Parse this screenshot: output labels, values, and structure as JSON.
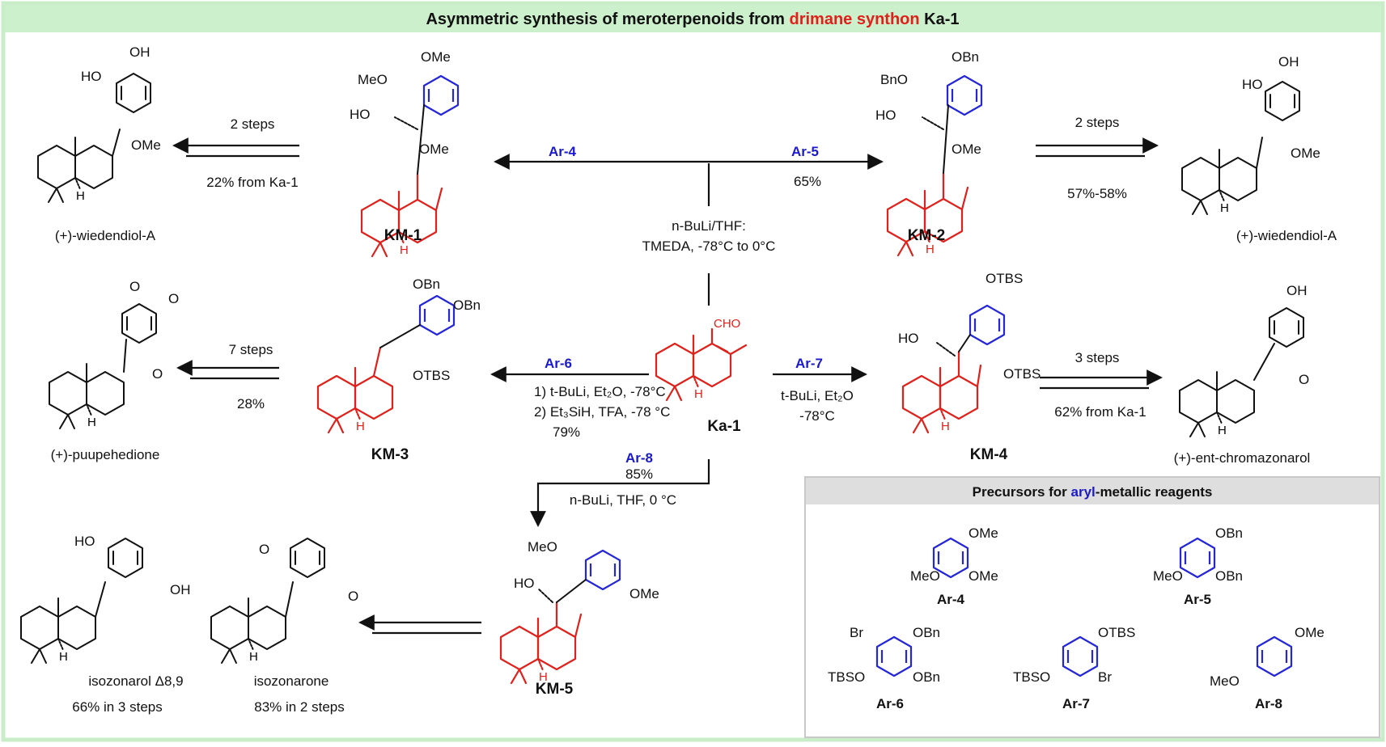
{
  "title": {
    "part1": "Asymmetric synthesis of meroterpenoids from ",
    "highlight": "drimane synthon",
    "part2": " Ka-1"
  },
  "colors": {
    "frame": "#c9ecc9",
    "title_bg": "#ccefcc",
    "terpene": "#e0201a",
    "aryl": "#2626d9",
    "panel_header": "#dedede"
  },
  "center": {
    "compound": "Ka-1",
    "aldehyde": "CHO",
    "cond_top_1": "n-BuLi/THF:",
    "cond_top_2": "TMEDA, -78°C to 0°C"
  },
  "routes": {
    "ar4": "Ar-4",
    "ar5": "Ar-5",
    "ar5_yield": "65%",
    "ar6": "Ar-6",
    "ar6_c1": "1) t-BuLi, Et₂O, -78°C",
    "ar6_c2": "2) Et₃SiH, TFA, -78 °C",
    "ar6_yield": "79%",
    "ar7": "Ar-7",
    "ar7_c1": "t-BuLi, Et₂O",
    "ar7_c2": "-78°C",
    "ar8": "Ar-8",
    "ar8_yield": "85%",
    "ar8_c1": "n-BuLi, THF, 0 °C"
  },
  "intermediates": {
    "km1": "KM-1",
    "km2": "KM-2",
    "km3": "KM-3",
    "km4": "KM-4",
    "km5": "KM-5"
  },
  "steps": {
    "km1_steps": "2 steps",
    "km1_yield": "22% from Ka-1",
    "km2_steps": "2 steps",
    "km2_yield": "57%-58%",
    "km3_steps": "7 steps",
    "km3_yield": "28%",
    "km4_steps": "3 steps",
    "km4_yield": "62% from Ka-1"
  },
  "products": {
    "p1": "(+)-wiedendiol-A",
    "p2": "(+)-wiedendiol-A",
    "p3": "(+)-puupehedione",
    "p4": "(+)-ent-chromazonarol",
    "p5": "isozonarol Δ8,9",
    "p5_yield": "66% in 3 steps",
    "p6": "isozonarone",
    "p6_yield": "83% in 2 steps"
  },
  "substituents": {
    "OMe": "OMe",
    "MeO": "MeO",
    "OBn": "OBn",
    "BnO": "BnO",
    "OTBS": "OTBS",
    "TBSO": "TBSO",
    "Br": "Br",
    "OH": "OH",
    "HO": "HO",
    "O": "O",
    "H": "H"
  },
  "precursors": {
    "header_part1": "Precursors for ",
    "header_highlight": "aryl",
    "header_part2": "-metallic reagents",
    "items": [
      "Ar-4",
      "Ar-5",
      "Ar-6",
      "Ar-7",
      "Ar-8"
    ]
  }
}
